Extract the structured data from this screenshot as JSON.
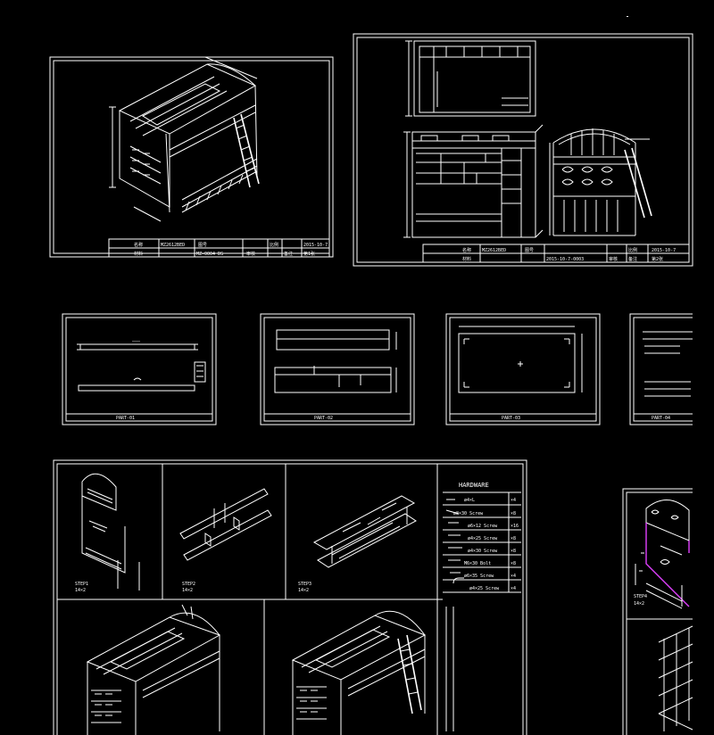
{
  "sheet1": {
    "title_block": {
      "row1": [
        "名称",
        "MZ2612BED",
        "图号",
        "比例",
        "2015-10-7"
      ],
      "row2": [
        "材料",
        "MZ-0004 DS",
        "审核",
        "备注",
        "第1张"
      ]
    }
  },
  "sheet2": {
    "title_block": {
      "row1": [
        "名称",
        "MZ2612BED",
        "图号",
        "比例",
        "2015-10-7"
      ],
      "row2": [
        "材料",
        "2015-10-7-0003",
        "审核",
        "备注",
        "第2张"
      ]
    }
  },
  "parts": [
    {
      "caption": "PART-01"
    },
    {
      "caption": "PART-02"
    },
    {
      "caption": "PART-03"
    },
    {
      "caption": "PART-04"
    }
  ],
  "assembly": {
    "labels": [
      "STEP1",
      "STEP2",
      "STEP3"
    ],
    "sublabels": [
      "14×2",
      "14×2",
      "14×2"
    ]
  },
  "hardware": {
    "title": "HARDWARE",
    "items": [
      {
        "name": "ø4×L",
        "qty": "×4"
      },
      {
        "name": "ø8×30 Screw",
        "qty": "×8"
      },
      {
        "name": "ø6×12 Screw",
        "qty": "×16"
      },
      {
        "name": "ø4×25 Screw",
        "qty": "×8"
      },
      {
        "name": "ø4×30 Screw",
        "qty": "×8"
      },
      {
        "name": "M6×30 Bolt",
        "qty": "×8"
      },
      {
        "name": "ø6×35 Screw",
        "qty": "×4"
      },
      {
        "name": "ø4×25 Screw",
        "qty": "×4"
      }
    ]
  },
  "right_panel": {
    "label": "STEP4",
    "sublabel": "14×2"
  },
  "colors": {
    "background": "#000000",
    "line": "#ffffff",
    "highlight": "#e040ff"
  }
}
